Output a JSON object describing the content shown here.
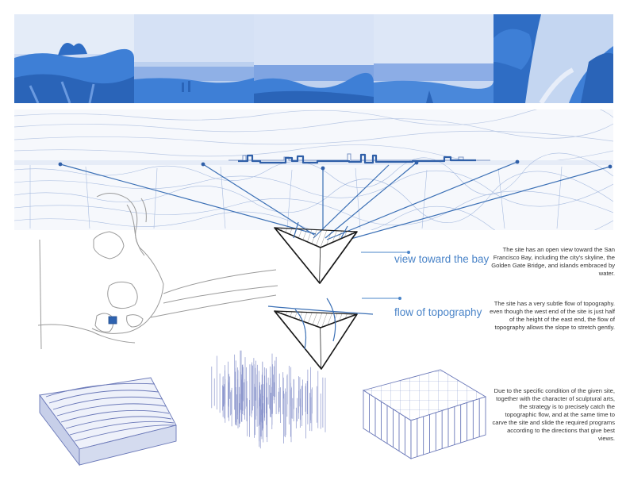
{
  "labels": {
    "view_label": "view toward the bay",
    "flow_label": "flow of topography"
  },
  "paragraphs": {
    "view": "The site has an open view toward the San Francisco Bay, including the city's skyline, the Golden Gate Bridge, and islands embraced by water.",
    "flow": "The site has a very subtle flow of topography. even though the west end of the site is just half of the height of the east end, the flow of topography allows the slope to stretch gently.",
    "strategy": "Due to the specific condition of the given site, together with the character of sculptural arts, the strategy is to precisely catch the topographic flow, and at the same time to carve the site and slide the required programs according to the directions that give best views."
  },
  "colors": {
    "accent_blue": "#3e7fd6",
    "line_blue": "#3a6fb5",
    "label_blue": "#4a84c8",
    "sketch_gray": "#9a9a9a",
    "model_fill": "#dfe4f2"
  }
}
